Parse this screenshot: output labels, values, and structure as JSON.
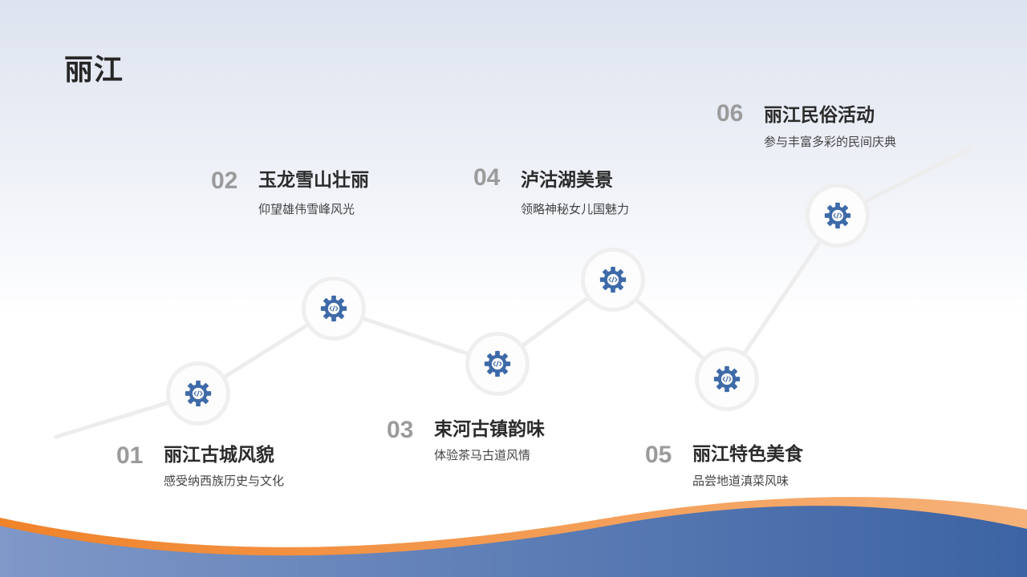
{
  "page": {
    "title": "丽江"
  },
  "colors": {
    "accent": "#3e6aa8",
    "orange": "#f08a2a",
    "wave_light": "#8aa2cf",
    "line": "#eeeeee"
  },
  "icon_name": "gear-code-icon",
  "steps": [
    {
      "num": "01",
      "title": "丽江古城风貌",
      "desc": "感受纳西族历史与文化"
    },
    {
      "num": "02",
      "title": "玉龙雪山壮丽",
      "desc": "仰望雄伟雪峰风光"
    },
    {
      "num": "03",
      "title": "束河古镇韵味",
      "desc": "体验茶马古道风情"
    },
    {
      "num": "04",
      "title": "泸沽湖美景",
      "desc": "领略神秘女儿国魅力"
    },
    {
      "num": "05",
      "title": "丽江特色美食",
      "desc": "品尝地道滇菜风味"
    },
    {
      "num": "06",
      "title": "丽江民俗活动",
      "desc": "参与丰富多彩的民间庆典"
    }
  ]
}
